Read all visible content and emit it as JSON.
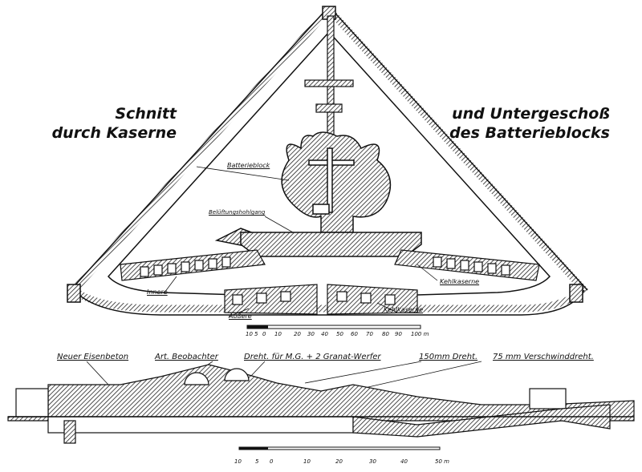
{
  "titles": {
    "left_line1": "Schnitt",
    "left_line2": "durch Kaserne",
    "right_line1": "und Untergeschoß",
    "right_line2": "des Batterieblocks"
  },
  "plan_labels": {
    "batterieblock": "Batterieblock",
    "belueftung": "Belüftungshohlgang",
    "innere": "Innere",
    "aeussere": "Äußere",
    "kehlkaserne_right": "Kehlkaserne",
    "kehlkaserne_bottom": "Kehlkaserne"
  },
  "scale_top": {
    "ticks": [
      "10",
      "5",
      "0",
      "10",
      "20",
      "30",
      "40",
      "50",
      "60",
      "70",
      "80",
      "90",
      "100 m"
    ]
  },
  "section_labels": {
    "eisenbeton": "Neuer Eisenbeton",
    "beobachter": "Art. Beobachter",
    "dreht_mg": "Dreht. für M.G. + 2 Granat-Werfer",
    "dreht_150": "150mm Dreht.",
    "dreht_75": "75 mm Verschwinddreht."
  },
  "scale_bottom": {
    "ticks": [
      "10",
      "5",
      "0",
      "10",
      "20",
      "30",
      "40",
      "50 m"
    ]
  }
}
